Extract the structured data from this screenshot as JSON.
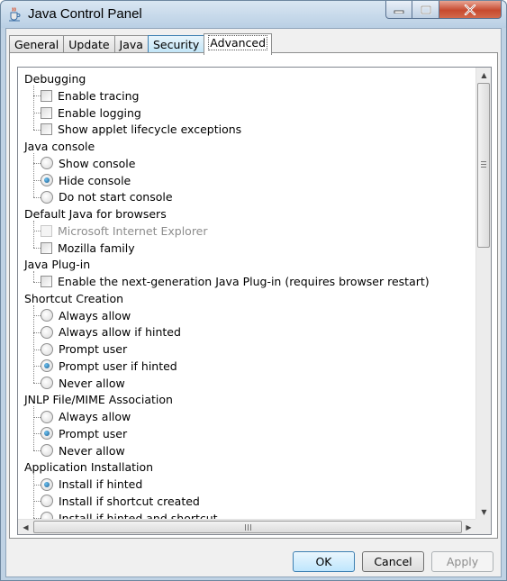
{
  "window": {
    "title": "Java Control Panel"
  },
  "tabs": [
    {
      "label": "General"
    },
    {
      "label": "Update"
    },
    {
      "label": "Java"
    },
    {
      "label": "Security"
    },
    {
      "label": "Advanced"
    }
  ],
  "groups": [
    {
      "label": "Debugging",
      "options": [
        {
          "type": "checkbox",
          "label": "Enable tracing",
          "checked": false
        },
        {
          "type": "checkbox",
          "label": "Enable logging",
          "checked": false
        },
        {
          "type": "checkbox",
          "label": "Show applet lifecycle exceptions",
          "checked": false
        }
      ]
    },
    {
      "label": "Java console",
      "options": [
        {
          "type": "radio",
          "label": "Show console",
          "checked": false
        },
        {
          "type": "radio",
          "label": "Hide console",
          "checked": true
        },
        {
          "type": "radio",
          "label": "Do not start console",
          "checked": false
        }
      ]
    },
    {
      "label": "Default Java for browsers",
      "options": [
        {
          "type": "checkbox",
          "label": "Microsoft Internet Explorer",
          "checked": false,
          "disabled": true
        },
        {
          "type": "checkbox",
          "label": "Mozilla family",
          "checked": false
        }
      ]
    },
    {
      "label": "Java Plug-in",
      "options": [
        {
          "type": "checkbox",
          "label": "Enable the next-generation Java Plug-in (requires browser restart)",
          "checked": false
        }
      ]
    },
    {
      "label": "Shortcut Creation",
      "options": [
        {
          "type": "radio",
          "label": "Always allow",
          "checked": false
        },
        {
          "type": "radio",
          "label": "Always allow if hinted",
          "checked": false
        },
        {
          "type": "radio",
          "label": "Prompt user",
          "checked": false
        },
        {
          "type": "radio",
          "label": "Prompt user if hinted",
          "checked": true
        },
        {
          "type": "radio",
          "label": "Never allow",
          "checked": false
        }
      ]
    },
    {
      "label": "JNLP File/MIME Association",
      "options": [
        {
          "type": "radio",
          "label": "Always allow",
          "checked": false
        },
        {
          "type": "radio",
          "label": "Prompt user",
          "checked": true
        },
        {
          "type": "radio",
          "label": "Never allow",
          "checked": false
        }
      ]
    },
    {
      "label": "Application Installation",
      "options": [
        {
          "type": "radio",
          "label": "Install if hinted",
          "checked": true
        },
        {
          "type": "radio",
          "label": "Install if shortcut created",
          "checked": false
        },
        {
          "type": "radio",
          "label": "Install if hinted and shortcut",
          "checked": false
        }
      ]
    }
  ],
  "buttons": {
    "ok": "OK",
    "cancel": "Cancel",
    "apply": "Apply"
  },
  "colors": {
    "accent": "#3c7fb1",
    "close": "#c74a2f",
    "radio_dot": "#1a5c8f"
  }
}
